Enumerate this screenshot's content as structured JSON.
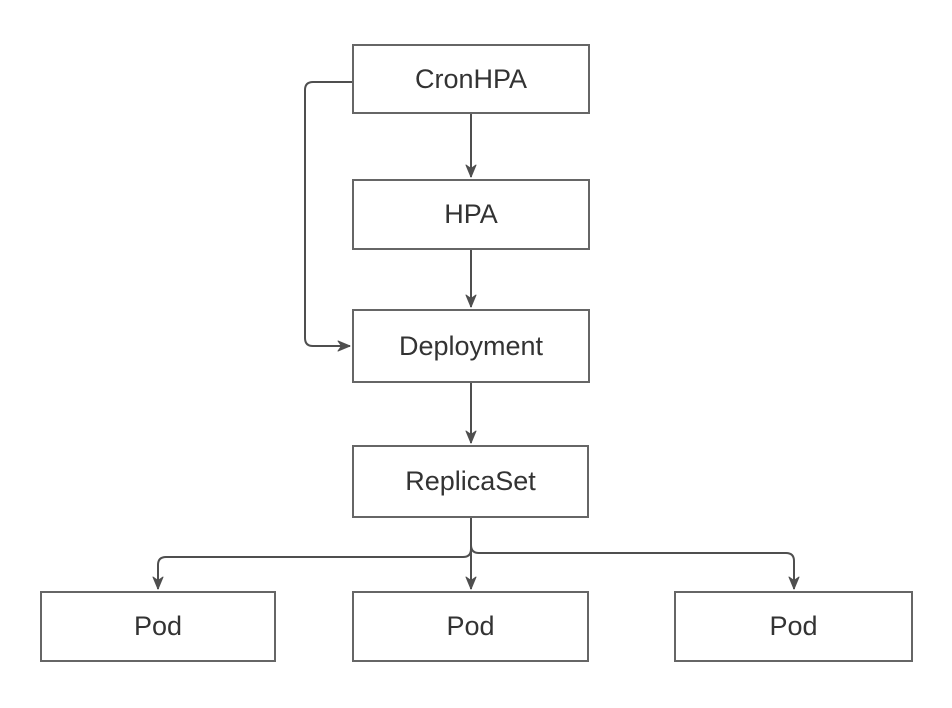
{
  "diagram": {
    "type": "flowchart",
    "nodes": [
      {
        "id": "cronhpa",
        "label": "CronHPA"
      },
      {
        "id": "hpa",
        "label": "HPA"
      },
      {
        "id": "deployment",
        "label": "Deployment"
      },
      {
        "id": "replicaset",
        "label": "ReplicaSet"
      },
      {
        "id": "pod-1",
        "label": "Pod"
      },
      {
        "id": "pod-2",
        "label": "Pod"
      },
      {
        "id": "pod-3",
        "label": "Pod"
      }
    ],
    "edges": [
      {
        "from": "CronHPA",
        "to": "HPA",
        "style": "arrow-down"
      },
      {
        "from": "CronHPA",
        "to": "Deployment",
        "style": "arrow-left-bypass"
      },
      {
        "from": "HPA",
        "to": "Deployment",
        "style": "arrow-down"
      },
      {
        "from": "Deployment",
        "to": "ReplicaSet",
        "style": "arrow-down"
      },
      {
        "from": "ReplicaSet",
        "to": "Pod",
        "style": "arrow-branch-left"
      },
      {
        "from": "ReplicaSet",
        "to": "Pod",
        "style": "arrow-down"
      },
      {
        "from": "ReplicaSet",
        "to": "Pod",
        "style": "arrow-branch-right"
      }
    ],
    "colors": {
      "node_border": "#666666",
      "node_fill": "#ffffff",
      "edge": "#4f4f4f",
      "label": "#333333",
      "background": "#ffffff"
    }
  }
}
